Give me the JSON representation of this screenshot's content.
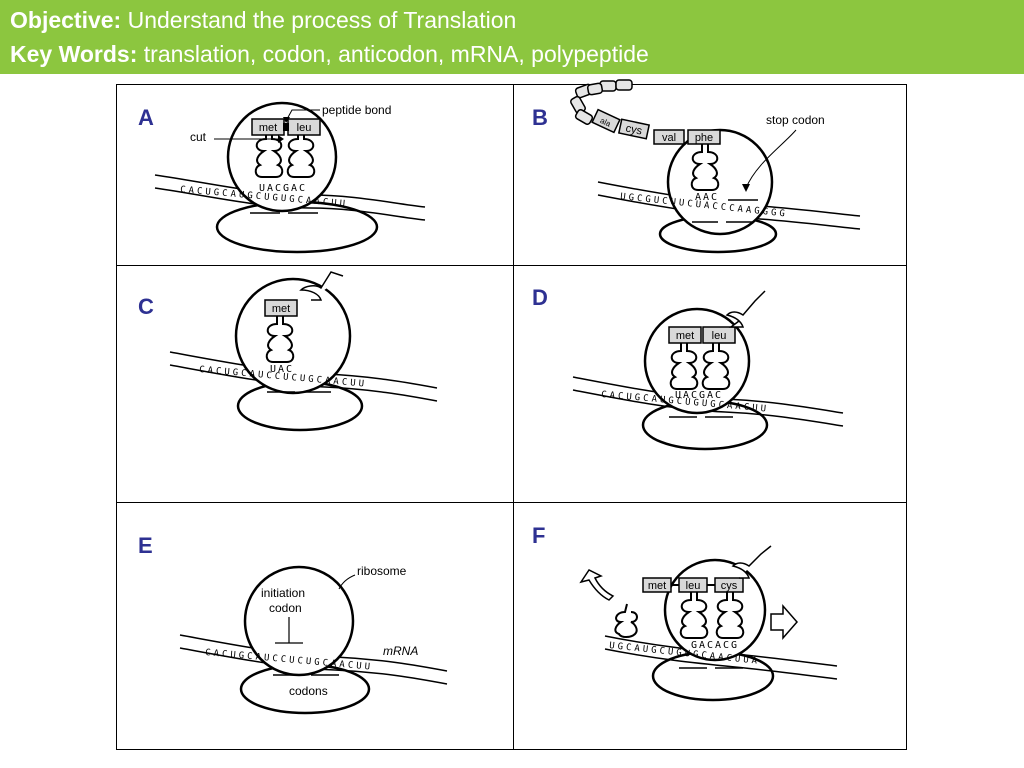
{
  "header": {
    "objective_label": "Objective:",
    "objective_text": "Understand the process of Translation",
    "keywords_label": "Key Words:",
    "keywords_text": "translation, codon, anticodon, mRNA, polypeptide",
    "background_color": "#8cc63f"
  },
  "panels": {
    "a": {
      "letter": "A",
      "amino_acids": [
        "met",
        "leu"
      ],
      "anticodons": "UACGAC",
      "mrna": "CACUGCAUGCUGUGCAACUU",
      "labels": {
        "peptide_bond": "peptide bond",
        "cut": "cut"
      }
    },
    "b": {
      "letter": "B",
      "chain": [
        "ala",
        "cys",
        "val",
        "phe"
      ],
      "anticodon": "AAC",
      "mrna": "UGCGUCUUCUACCCAAGGGG",
      "labels": {
        "stop_codon": "stop codon"
      }
    },
    "c": {
      "letter": "C",
      "amino_acids": [
        "met"
      ],
      "anticodon": "UAC",
      "mrna": "CACUGCAUCCUCUGCAACUU"
    },
    "d": {
      "letter": "D",
      "amino_acids": [
        "met",
        "leu"
      ],
      "anticodons": "UACGAC",
      "mrna": "CACUGCAUGCUGUGCAACUU"
    },
    "e": {
      "letter": "E",
      "mrna": "CACUGCAUCCUCUGCAACUU",
      "labels": {
        "ribosome": "ribosome",
        "initiation": "initiation",
        "codon": "codon",
        "mrna_label": "mRNA",
        "codons": "codons"
      }
    },
    "f": {
      "letter": "F",
      "amino_acids": [
        "met",
        "leu",
        "cys"
      ],
      "anticodons": "GACACG",
      "mrna": "UGCAUGCUGUGCAACUUA"
    }
  },
  "colors": {
    "panel_letter": "#2e3192",
    "grid_line": "#000000"
  }
}
